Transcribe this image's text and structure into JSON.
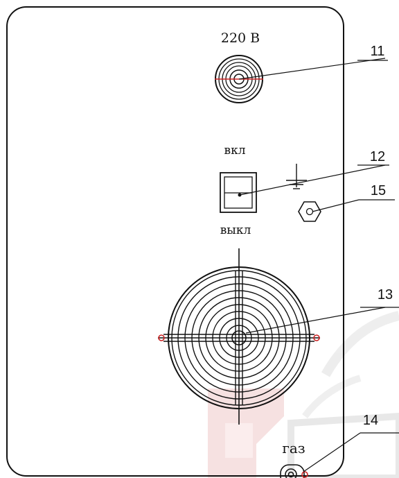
{
  "labels": {
    "power": "220 В",
    "on": "вкл",
    "off": "выкл",
    "gas": "газ"
  },
  "callouts": {
    "socket": "11",
    "switch": "12",
    "fan": "13",
    "gas_fitting": "14",
    "ground_terminal": "15"
  },
  "colors": {
    "line": "#111111",
    "accent_red": "#cc2222",
    "watermark_red": "#f3d4d4",
    "watermark_gray": "#e4e4e4"
  },
  "icons": {
    "socket": "power-socket-icon",
    "switch": "rocker-switch-icon",
    "ground": "ground-symbol-icon",
    "terminal": "hex-nut-icon",
    "fan": "fan-grille-icon",
    "gas": "gas-fitting-icon"
  }
}
